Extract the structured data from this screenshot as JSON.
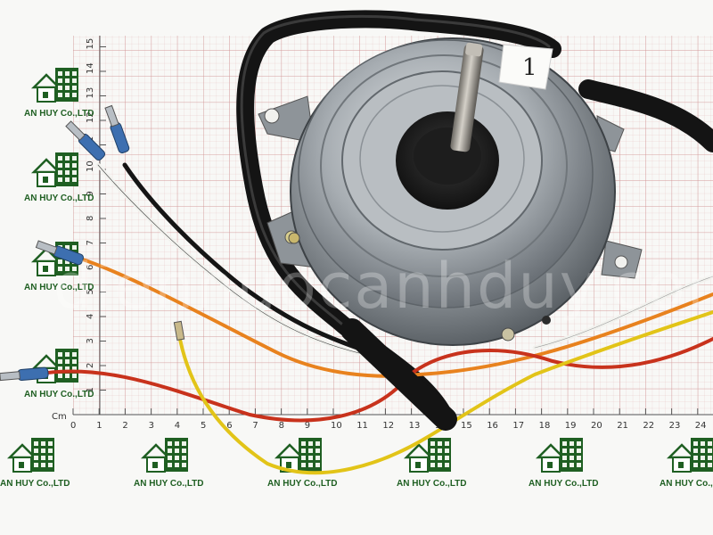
{
  "photo": {
    "subject": "electric-fan-motor",
    "shaft_tag_text": "1"
  },
  "branding": {
    "company": "AN HUY Co.,LTD",
    "watermark": "diennuocanhduy.com",
    "accent_color": "#1f5f22"
  },
  "ruler": {
    "unit_label": "Cm",
    "x_ticks": [
      "0",
      "1",
      "2",
      "3",
      "4",
      "5",
      "6",
      "7",
      "8",
      "9",
      "10",
      "11",
      "12",
      "13",
      "14",
      "15",
      "16",
      "17",
      "18",
      "19",
      "20",
      "21",
      "22",
      "23",
      "24"
    ],
    "y_ticks": [
      "1",
      "2",
      "3",
      "4",
      "5",
      "6",
      "7",
      "8",
      "9",
      "10",
      "11",
      "12",
      "13",
      "14",
      "15"
    ]
  },
  "wires": {
    "colors": {
      "black": "#151515",
      "white": "#f2f2ee",
      "orange": "#e8821e",
      "red": "#c8321c",
      "yellow": "#e2c418"
    },
    "connector_color": "#3d6fb0"
  }
}
